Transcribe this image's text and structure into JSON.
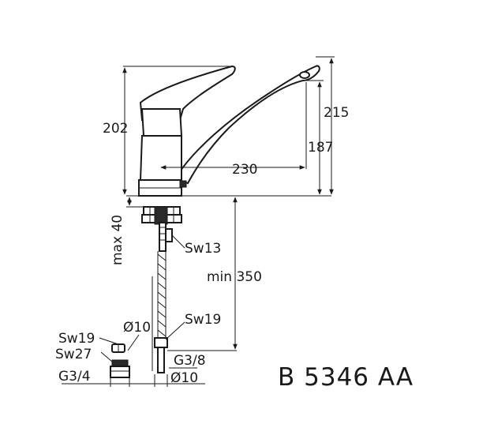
{
  "dimensions": {
    "height_total": "202",
    "height_spout": "215",
    "height_outlet": "187",
    "reach": "230",
    "max_deck": "max 40",
    "min_hose": "min 350",
    "sw13": "Sw13",
    "sw19_hose": "Sw19",
    "g38": "G3/8",
    "d10_bottom": "Ø10",
    "sw19_adapter": "Sw19",
    "sw27": "Sw27",
    "d10_adapter": "Ø10",
    "g34": "G3/4"
  },
  "model": "B 5346 AA"
}
